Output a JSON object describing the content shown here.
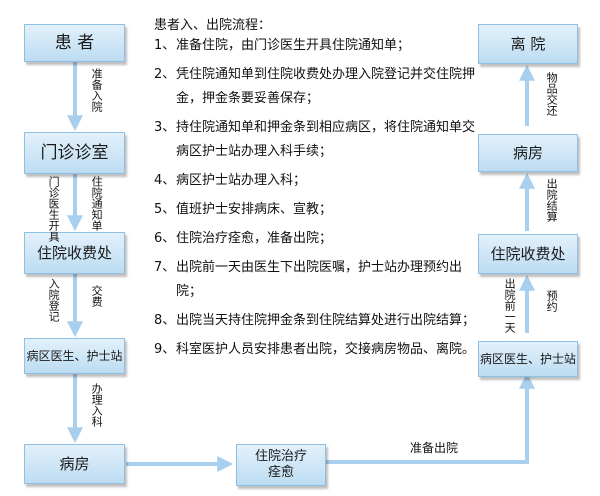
{
  "nodes": {
    "patient": "患 者",
    "clinic": "门诊诊室",
    "admission_office_left": "住院收费处",
    "ward_staff_left": "病区医生、护士站",
    "ward_left": "病房",
    "treatment": "住院治疗\n痊愈",
    "ward_staff_right": "病区医生、护士站",
    "admission_office_right": "住院收费处",
    "ward_right": "病房",
    "discharge": "离 院"
  },
  "edge_labels": {
    "prepare_admission": "准备入院",
    "doctor_issue": "门诊医生开具",
    "admission_notice": "住院通知单",
    "admission_register": "入院登记",
    "pay_deposit": "交费",
    "handle_admission": "办理入科",
    "prepare_discharge": "准备出院",
    "day_before": "出院前一天",
    "appointment": "预约",
    "discharge_settlement": "出院结算",
    "items_handover": "物品交还"
  },
  "process": {
    "title": "患者入、出院流程：",
    "steps": [
      {
        "num": "1、",
        "text": "准备住院，由门诊医生开具住院通知单；"
      },
      {
        "num": "2、",
        "text": "凭住院通知单到住院收费处办理入院登记并交住院押金，押金条要妥善保存；"
      },
      {
        "num": "3、",
        "text": "持住院通知单和押金条到相应病区，将住院通知单交病区护士站办理入科手续；"
      },
      {
        "num": "4、",
        "text": "病区护士站办理入科；"
      },
      {
        "num": "5、",
        "text": "值班护士安排病床、宣教；"
      },
      {
        "num": "6、",
        "text": "住院治疗痊愈，准备出院；"
      },
      {
        "num": "7、",
        "text": "出院前一天由医生下出院医嘱，护士站办理预约出院；"
      },
      {
        "num": "8、",
        "text": "出院当天持住院押金条到住院结算处进行出院结算；"
      },
      {
        "num": "9、",
        "text": "科室医护人员安排患者出院，交接病房物品、离院。"
      }
    ]
  },
  "colors": {
    "box_fill_top": "#e3f1fb",
    "box_fill_bottom": "#bcdcf2",
    "box_border": "#8fbfe3",
    "arrow": "#a8cfee"
  }
}
